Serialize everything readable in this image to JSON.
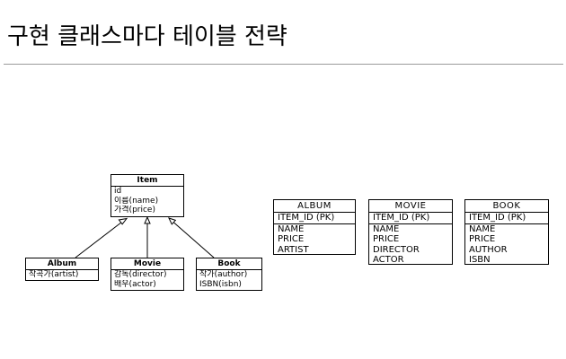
{
  "page": {
    "title": "구현 클래스마다 테이블 전략"
  },
  "class_diagram": {
    "item": {
      "name": "Item",
      "fields": [
        "id",
        "이름(name)",
        "가격(price)"
      ]
    },
    "album": {
      "name": "Album",
      "fields": [
        "작곡가(artist)"
      ]
    },
    "movie": {
      "name": "Movie",
      "fields": [
        "감독(director)",
        "배우(actor)"
      ]
    },
    "book": {
      "name": "Book",
      "fields": [
        "작가(author)",
        "ISBN(isbn)"
      ]
    }
  },
  "tables": {
    "album": {
      "name": "ALBUM",
      "pk": "ITEM_ID (PK)",
      "columns": [
        "NAME",
        "PRICE",
        "ARTIST"
      ]
    },
    "movie": {
      "name": "MOVIE",
      "pk": "ITEM_ID (PK)",
      "columns": [
        "NAME",
        "PRICE",
        "DIRECTOR",
        "ACTOR"
      ]
    },
    "book": {
      "name": "BOOK",
      "pk": "ITEM_ID (PK)",
      "columns": [
        "NAME",
        "PRICE",
        "AUTHOR",
        "ISBN"
      ]
    }
  }
}
